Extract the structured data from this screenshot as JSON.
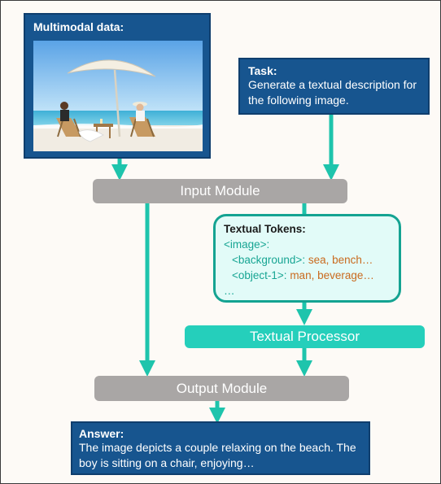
{
  "colors": {
    "navy": "#17558f",
    "gray_module": "#a9a6a5",
    "teal_module": "#25cfbb",
    "token_tag": "#17a593",
    "token_value": "#c96a1e",
    "arrow": "#1ec4ac"
  },
  "multimodal": {
    "title": "Multimodal data:",
    "image_icon": "beach-photo-icon"
  },
  "task": {
    "title": "Task:",
    "text": "Generate a textual description for the following image."
  },
  "input_module": {
    "label": "Input Module"
  },
  "tokens": {
    "title": "Textual Tokens:",
    "image_tag": "<image>",
    "image_colon": ":",
    "background_tag": "<background>",
    "background_sep": ": ",
    "background_value": "sea, bench…",
    "object_tag": "<object-1>",
    "object_sep": ": ",
    "object_value": "man, beverage…",
    "ellipsis": "…"
  },
  "textual_processor": {
    "label": "Textual Processor"
  },
  "output_module": {
    "label": "Output Module"
  },
  "answer": {
    "title": "Answer:",
    "text": "The image depicts a couple relaxing on the beach. The boy is sitting on a chair, enjoying…"
  }
}
